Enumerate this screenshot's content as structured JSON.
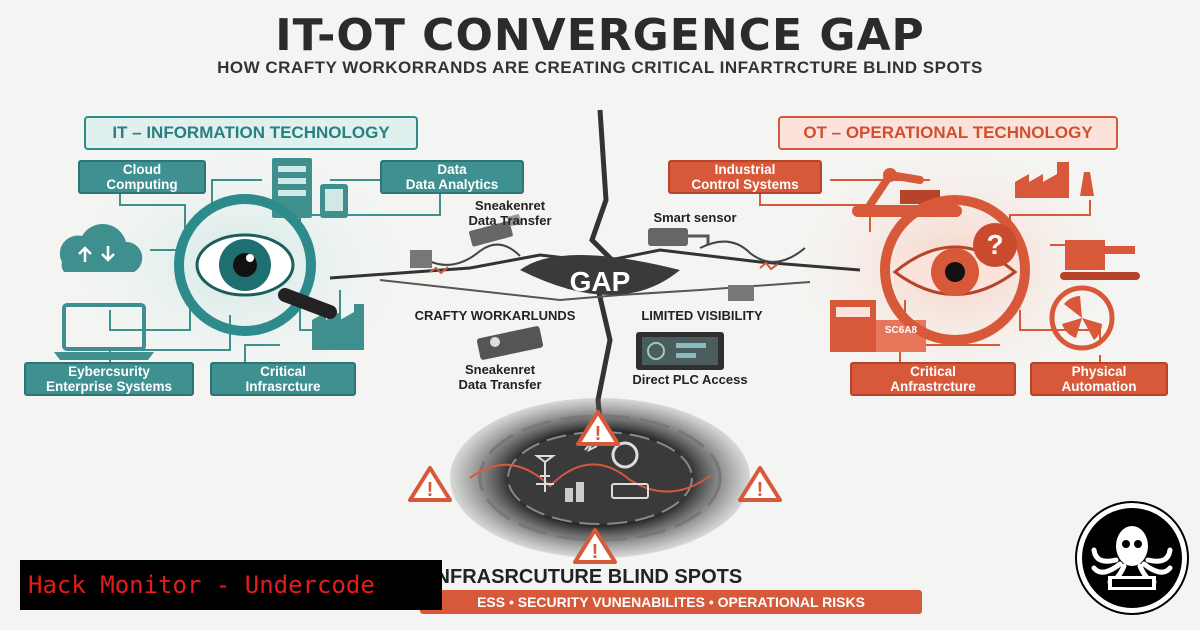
{
  "title": "IT-OT CONVERGENCE GAP",
  "subtitle": "HOW CRAFTY WORKORRANDS ARE CREATING CRITICAL INFARTRCTURE BLIND SPOTS",
  "it": {
    "header": "IT – INFORMATION TECHNOLOGY",
    "cloud": "Cloud\nComputing",
    "data": "Data\nData Analytics",
    "security": "Eybercsurity\nEnterprise Systems",
    "critical": "Critical\nInfrasrcture"
  },
  "ot": {
    "header": "OT – OPERATIONAL TECHNOLOGY",
    "ics": "Industrial\nControl Systems",
    "critical": "Critical\nAnfrastrcture",
    "physical": "Physical\nAutomation",
    "scada": "SC6A8"
  },
  "center": {
    "gap": "GAP",
    "sneaker_top": "Sneakenret\nData Transfer",
    "smart_sensor": "Smart sensor",
    "workarounds": "CRAFTY WORKARLUNDS",
    "visibility": "LIMITED VISIBILITY",
    "sneaker_bottom": "Sneakenret\nData Transfer",
    "plc": "Direct PLC Access"
  },
  "bottom": {
    "blind_spots": "INFRASRCUTURE BLIND SPOTS",
    "risks": "ESS • SECURITY VUNENABILITES • OPERATIONAL RISKS"
  },
  "banner": "Hack Monitor - Undercode",
  "colors": {
    "it": "#2e8b8b",
    "ot": "#d8583a",
    "dark": "#2b2b2b",
    "banner_text": "#e81b1b"
  }
}
